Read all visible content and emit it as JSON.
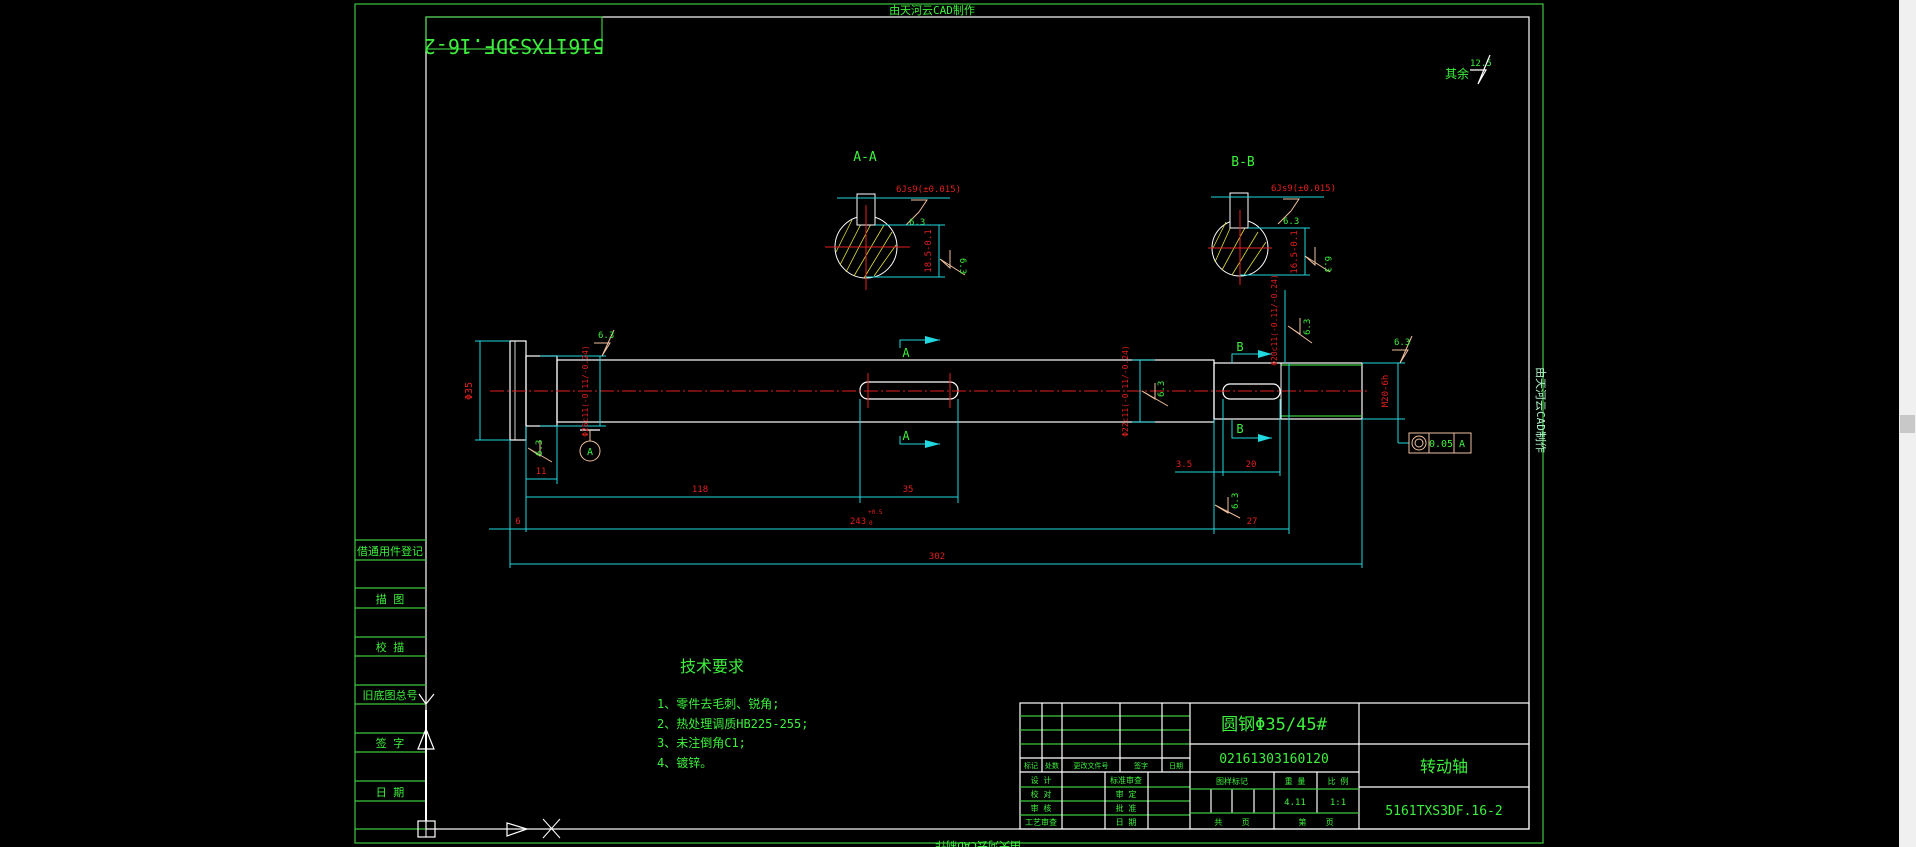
{
  "frame": {
    "top_watermark": "由天河云CAD制作",
    "side_watermark": "由天河云CAD制作",
    "bottom_watermark": "由天河云CAD制作",
    "mirrored_drawing_no": "5161TXS3DF.16-2",
    "other_roughness_label": "其余",
    "other_roughness_value": "12.5"
  },
  "sections": {
    "aa": {
      "title": "A-A",
      "key_width": "6Js9(±0.015)",
      "depth": "18.5-0.1",
      "roughness_top": "6.3",
      "roughness_side": "6.3"
    },
    "bb": {
      "title": "B-B",
      "key_width": "6Js9(±0.015)",
      "depth": "16.5-0.1",
      "roughness_top": "6.3",
      "roughness_side": "6.3"
    }
  },
  "shaft": {
    "section_mark_a": "A",
    "section_mark_b": "B",
    "datum_label": "A",
    "diameters": {
      "d35": "Φ35",
      "d25": "Φ25c11(-0.11/-0.24)",
      "d22": "Φ22c11(-0.11/-0.24)",
      "d20": "Φ20c11(-0.11/-0.24)",
      "thread": "M20-6h"
    },
    "dims": {
      "d11": "11",
      "d118": "118",
      "d35": "35",
      "d6": "6",
      "d243": "243",
      "d243_tol_upper": "+0.5",
      "d243_tol_lower": "0",
      "d27": "27",
      "d302": "302",
      "d3_5": "3.5",
      "d20": "20"
    },
    "roughness": [
      "6.3",
      "6.3",
      "6.3",
      "6.3",
      "6.3",
      "6.3"
    ],
    "tolerance_frame": {
      "symbol": "concentricity",
      "value": "0.05",
      "datum": "A"
    }
  },
  "tech_requirements": {
    "title": "技术要求",
    "items": [
      "1、零件去毛刺、锐角;",
      "2、热处理调质HB225-255;",
      "3、未注倒角C1;",
      "4、镀锌。"
    ]
  },
  "side_table": [
    "借通用件登记",
    "描  图",
    "校  描",
    "旧底图总号",
    "签  字",
    "日  期"
  ],
  "title_block": {
    "material": "圆钢Φ35/45#",
    "code": "02161303160120",
    "part_name": "转动轴",
    "drawing_no": "5161TXS3DF.16-2",
    "rev_headers": [
      "标记",
      "处数",
      "更改文件号",
      "签字",
      "日期"
    ],
    "left_rows": [
      [
        "设 计",
        "标准审查"
      ],
      [
        "校 对",
        "审 定"
      ],
      [
        "审 核",
        "批 准"
      ],
      [
        "工艺审查",
        "日 期"
      ]
    ],
    "mid_headers": [
      "图样标记",
      "重 量",
      "比 例"
    ],
    "weight": "4.11",
    "scale": "1:1",
    "sheets_total_label": "共    页",
    "sheet_no_label": "第    页"
  },
  "colors": {
    "background": "#000000",
    "outline": "#ffffff",
    "text": "#3ef03e",
    "dimension": "#22d8e0",
    "dimension_text": "#e02020"
  }
}
